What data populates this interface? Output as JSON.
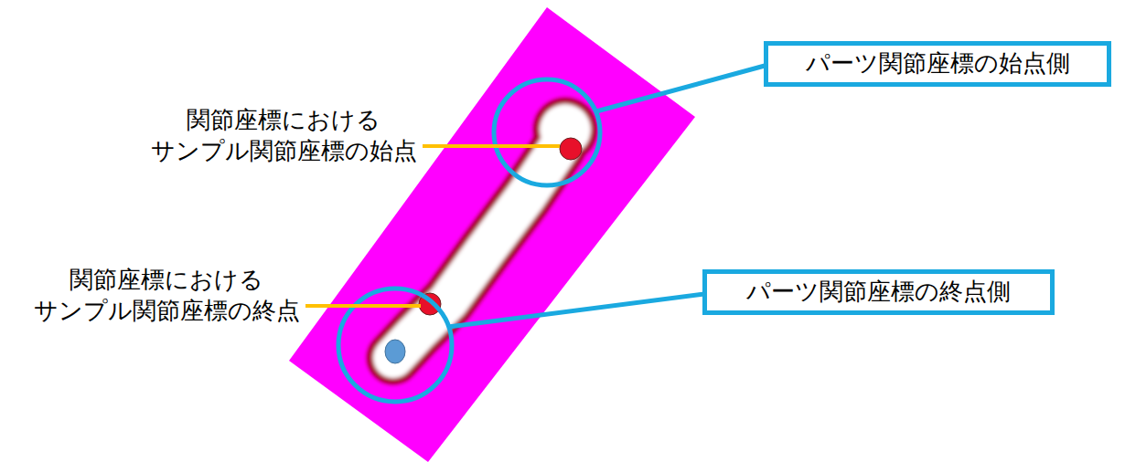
{
  "diagram": {
    "nodes": [
      {
        "text": [
          "パーツ関節座標の始点側"
        ]
      },
      {
        "text": [
          "パーツ関節座標の終点側"
        ]
      }
    ],
    "labels": [
      "関節座標における サンプル関節座標の始点",
      "関節座標における サンプル関節座標の終点"
    ]
  }
}
